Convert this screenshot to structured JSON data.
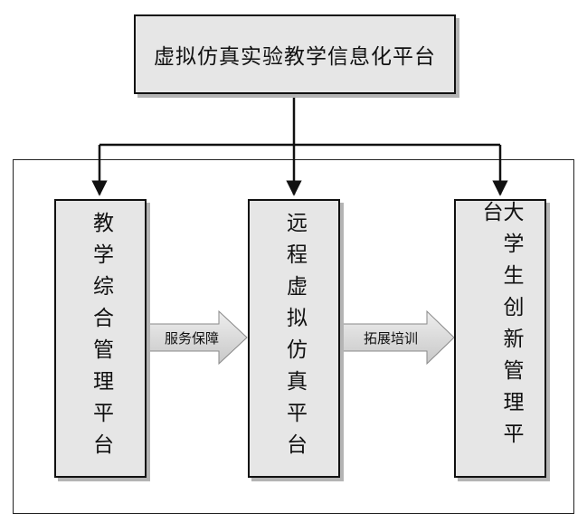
{
  "top": {
    "label": "虚拟仿真实验教学信息化平台"
  },
  "columns": [
    {
      "id": "left",
      "label": "教学综合管理平台"
    },
    {
      "id": "center",
      "label": "远程虚拟仿真平台"
    },
    {
      "id": "right",
      "label": "大学生创新管理平台"
    }
  ],
  "arrows": [
    {
      "label": "服务保障"
    },
    {
      "label": "拓展培训"
    }
  ],
  "colors": {
    "box_fill": "#e6e6e6",
    "arrow_fill": "#d4d4d4",
    "stroke": "#111111"
  }
}
